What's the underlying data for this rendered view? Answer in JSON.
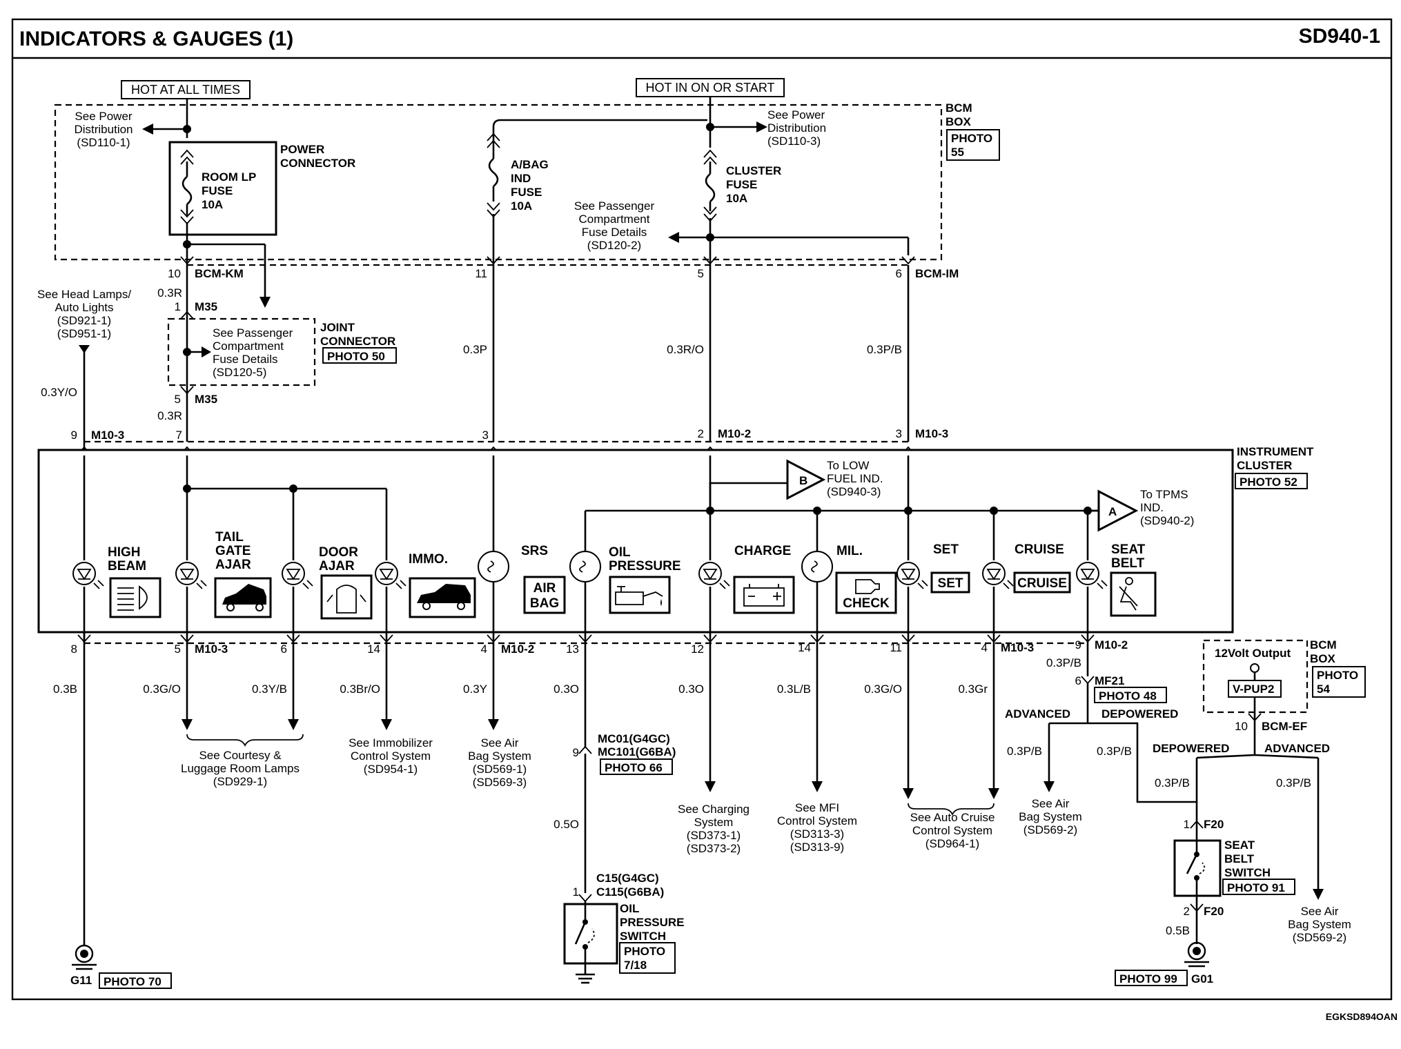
{
  "header": {
    "title": "INDICATORS & GAUGES (1)",
    "page_code": "SD940-1"
  },
  "footer": {
    "code": "EGKSD894OAN"
  },
  "supply": {
    "hot_at_all_times": "HOT AT ALL TIMES",
    "hot_in_on_or_start": "HOT IN ON OR START"
  },
  "bcm_box": {
    "label_1": "BCM",
    "label_2": "BOX",
    "photo_1": "PHOTO",
    "photo_2": "55",
    "see_power_left": [
      "See Power",
      "Distribution",
      "(SD110-1)"
    ],
    "see_power_right": [
      "See Power",
      "Distribution",
      "(SD110-3)"
    ],
    "power_connector": [
      "POWER",
      "CONNECTOR"
    ],
    "room_lp_fuse": [
      "ROOM LP",
      "FUSE",
      "10A"
    ],
    "abag_fuse": [
      "A/BAG",
      "IND",
      "FUSE",
      "10A"
    ],
    "cluster_fuse": [
      "CLUSTER",
      "FUSE",
      "10A"
    ],
    "pass_comp": [
      "See Passenger",
      "Compartment",
      "Fuse Details",
      "(SD120-2)"
    ],
    "pins": [
      "10",
      "11",
      "5",
      "6"
    ],
    "conn_km": "BCM-KM",
    "conn_im": "BCM-IM"
  },
  "joint": {
    "title": [
      "JOINT",
      "CONNECTOR"
    ],
    "photo": "PHOTO 50",
    "see": [
      "See Passenger",
      "Compartment",
      "Fuse Details",
      "(SD120-5)"
    ],
    "pin_top": "1",
    "pin_bottom": "5",
    "conn": "M35"
  },
  "head_lamps": [
    "See Head Lamps/",
    "Auto Lights",
    "(SD921-1)",
    "(SD951-1)"
  ],
  "wires_top": {
    "w1": "0.3R",
    "w2": "0.3R",
    "w_left": "0.3Y/O",
    "w_abag": "0.3P",
    "w_cluster": "0.3R/O",
    "w_im": "0.3P/B"
  },
  "cluster_top_pins": {
    "p9": "9",
    "m103a": "M10-3",
    "p7": "7",
    "p3": "3",
    "p2": "2",
    "m102": "M10-2",
    "p3b": "3",
    "m103b": "M10-3"
  },
  "cluster": {
    "title": [
      "INSTRUMENT",
      "CLUSTER"
    ],
    "photo": "PHOTO 52",
    "low_fuel": {
      "letter": "B",
      "text": [
        "To LOW",
        "FUEL IND.",
        "(SD940-3)"
      ]
    },
    "tpms": {
      "letter": "A",
      "text": [
        "To TPMS",
        "IND.",
        "(SD940-2)"
      ]
    },
    "indicators": [
      {
        "label": [
          "HIGH",
          "BEAM"
        ]
      },
      {
        "label": [
          "TAIL",
          "GATE",
          "AJAR"
        ]
      },
      {
        "label": [
          "DOOR",
          "AJAR"
        ]
      },
      {
        "label": [
          "IMMO."
        ]
      },
      {
        "label": [
          "SRS"
        ],
        "badge": [
          "AIR",
          "BAG"
        ]
      },
      {
        "label": [
          "OIL",
          "PRESSURE"
        ]
      },
      {
        "label": [
          "CHARGE"
        ]
      },
      {
        "label": [
          "MIL."
        ],
        "badge": [
          "CHECK"
        ]
      },
      {
        "label": [
          "SET"
        ],
        "badge": [
          "SET"
        ]
      },
      {
        "label": [
          "CRUISE"
        ],
        "badge": [
          "CRUISE"
        ]
      },
      {
        "label": [
          "SEAT",
          "BELT"
        ]
      }
    ]
  },
  "bottom_pins": {
    "p8": "8",
    "p5": "5",
    "m103a": "M10-3",
    "p6": "6",
    "p14a": "14",
    "p4a": "4",
    "m102a": "M10-2",
    "p13": "13",
    "p12": "12",
    "p14b": "14",
    "p11": "11",
    "p4b": "4",
    "m103b": "M10-3",
    "p9": "9",
    "m102b": "M10-2"
  },
  "bottom_wires": {
    "w1": "0.3B",
    "w2": "0.3G/O",
    "w3": "0.3Y/B",
    "w4": "0.3Br/O",
    "w5": "0.3Y",
    "w6": "0.3O",
    "w7": "0.3O",
    "w8": "0.3L/B",
    "w9": "0.3G/O",
    "w10": "0.3Gr",
    "w11": "0.3P/B",
    "w12": "0.5O",
    "w13": "0.3P/B",
    "w14": "0.3P/B",
    "w15": "0.3P/B",
    "w16": "0.3P/B",
    "w17": "0.5B"
  },
  "refs": {
    "courtesy": [
      "See Courtesy &",
      "Luggage Room Lamps",
      "(SD929-1)"
    ],
    "immobilizer": [
      "See Immobilizer",
      "Control System",
      "(SD954-1)"
    ],
    "airbag1": [
      "See Air",
      "Bag System",
      "(SD569-1)",
      "(SD569-3)"
    ],
    "charging": [
      "See Charging",
      "System",
      "(SD373-1)",
      "(SD373-2)"
    ],
    "mfi": [
      "See MFI",
      "Control System",
      "(SD313-3)",
      "(SD313-9)"
    ],
    "cruise": [
      "See Auto Cruise",
      "Control System",
      "(SD964-1)"
    ],
    "airbag2": [
      "See Air",
      "Bag System",
      "(SD569-2)"
    ],
    "airbag3": [
      "See Air",
      "Bag System",
      "(SD569-2)"
    ]
  },
  "oil_switch": {
    "mc01": "MC01(G4GC)",
    "mc101": "MC101(G6BA)",
    "photo66": "PHOTO 66",
    "pin9": "9",
    "c15": "C15(G4GC)",
    "c115": "C115(G6BA)",
    "pin1": "1",
    "label": [
      "OIL",
      "PRESSURE",
      "SWITCH"
    ],
    "photo": [
      "PHOTO",
      "7/18"
    ]
  },
  "ground_g11": {
    "name": "G11",
    "photo": "PHOTO 70"
  },
  "mf21": {
    "pin": "6",
    "conn": "MF21",
    "photo": "PHOTO 48",
    "advanced": "ADVANCED",
    "depowered": "DEPOWERED"
  },
  "bcm_ef": {
    "out": "12Volt Output",
    "vpup": "V-PUP2",
    "box": [
      "BCM",
      "BOX"
    ],
    "photo": [
      "PHOTO",
      "54"
    ],
    "pin": "10",
    "conn": "BCM-EF",
    "depowered": "DEPOWERED",
    "advanced": "ADVANCED"
  },
  "seat_belt_switch": {
    "pin1": "1",
    "conn": "F20",
    "label": [
      "SEAT",
      "BELT",
      "SWITCH"
    ],
    "photo": "PHOTO 91",
    "pin2": "2",
    "conn2": "F20"
  },
  "ground_g01": {
    "photo": "PHOTO 99",
    "name": "G01"
  }
}
